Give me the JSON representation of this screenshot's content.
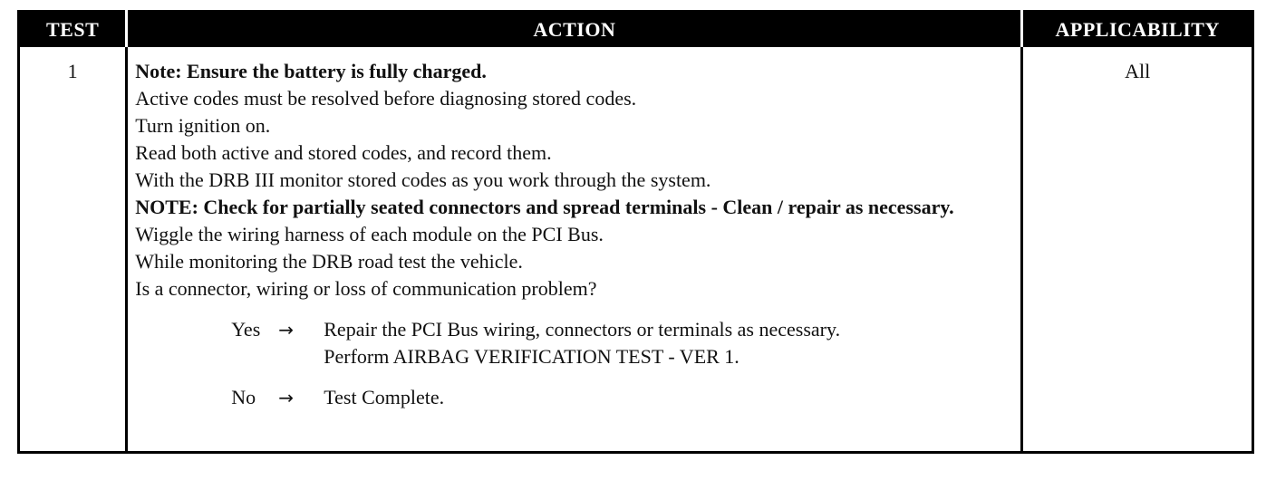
{
  "header": {
    "test": "TEST",
    "action": "ACTION",
    "applicability": "APPLICABILITY"
  },
  "row": {
    "test_number": "1",
    "applicability": "All",
    "action_lines": [
      "Note: Ensure the battery is fully charged.",
      "Active codes must be resolved before diagnosing stored codes.",
      "Turn ignition on.",
      "Read both active and stored codes, and record them.",
      "With the DRB III monitor stored codes as you work through the system.",
      "NOTE: Check for partially seated connectors and spread terminals - Clean / repair as necessary.",
      "Wiggle the wiring harness of each module on the PCI Bus.",
      "While monitoring the DRB road test the vehicle.",
      "Is a connector, wiring or loss of communication problem?"
    ],
    "answers": [
      {
        "label": "Yes",
        "arrow": "→",
        "lines": [
          "Repair the PCI Bus wiring, connectors or terminals as necessary.",
          "Perform AIRBAG VERIFICATION TEST - VER 1."
        ]
      },
      {
        "label": "No",
        "arrow": "→",
        "lines": [
          "Test Complete."
        ]
      }
    ]
  }
}
